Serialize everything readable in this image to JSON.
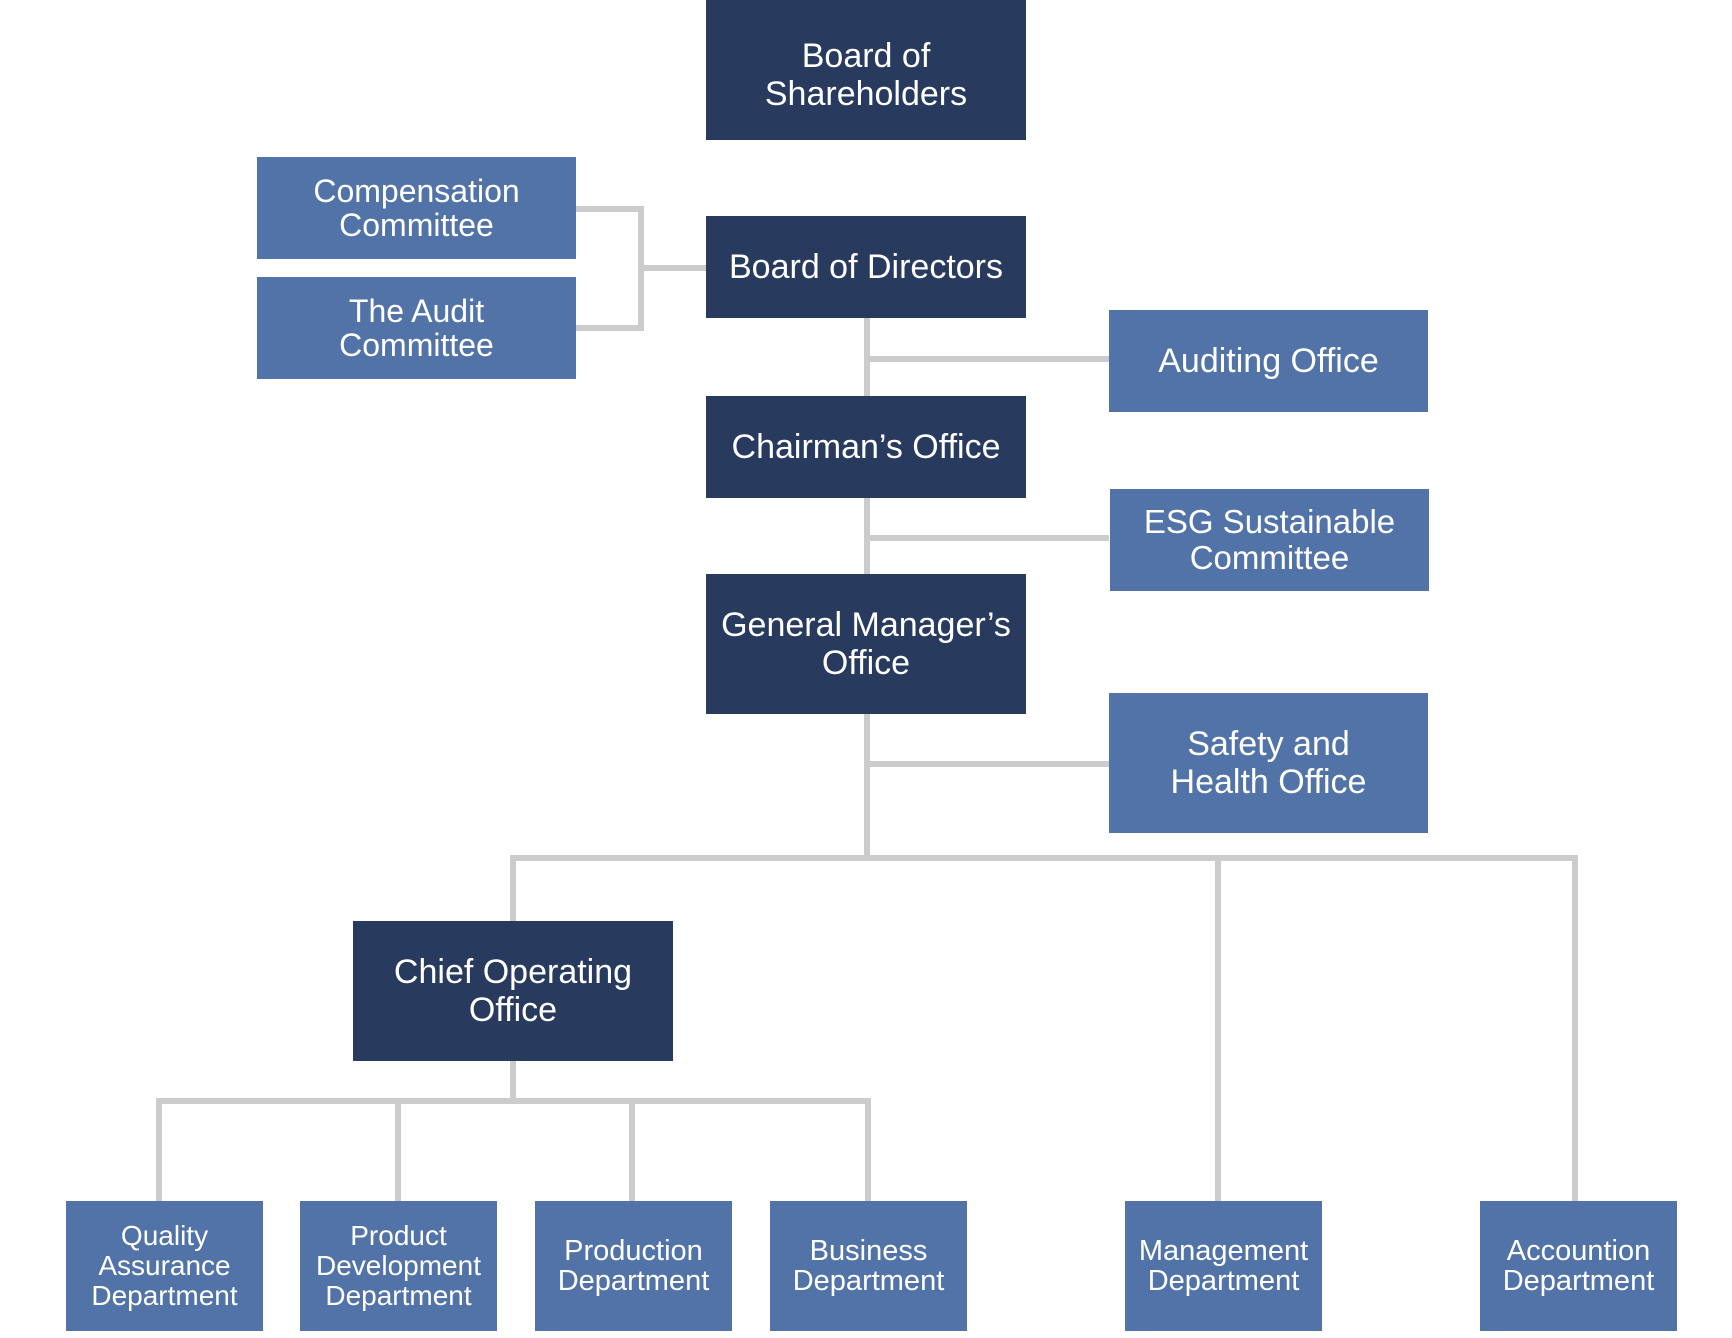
{
  "org_chart": {
    "board_of_shareholders": {
      "line1": "Board of",
      "line2": "Shareholders"
    },
    "board_of_directors": "Board of Directors",
    "compensation_committee": {
      "line1": "Compensation",
      "line2": "Committee"
    },
    "audit_committee": {
      "line1": "The Audit",
      "line2": "Committee"
    },
    "auditing_office": "Auditing Office",
    "chairmans_office": "Chairman’s Office",
    "esg_committee": {
      "line1": "ESG Sustainable",
      "line2": "Committee"
    },
    "general_managers_office": {
      "line1": "General Manager’s",
      "line2": "Office"
    },
    "safety_health_office": {
      "line1": "Safety and",
      "line2": "Health Office"
    },
    "chief_operating_office": {
      "line1": "Chief Operating",
      "line2": "Office"
    },
    "quality_assurance": {
      "line1": "Quality",
      "line2": "Assurance",
      "line3": "Department"
    },
    "product_development": {
      "line1": "Product",
      "line2": "Development",
      "line3": "Department"
    },
    "production": {
      "line1": "Production",
      "line2": "Department"
    },
    "business": {
      "line1": "Business",
      "line2": "Department"
    },
    "management": {
      "line1": "Management",
      "line2": "Department"
    },
    "accountion": {
      "line1": "Accountion",
      "line2": "Department"
    }
  },
  "colors": {
    "primary_box": "#283a5e",
    "secondary_box": "#5273a8",
    "connector": "#cccccc",
    "text": "#ffffff"
  }
}
